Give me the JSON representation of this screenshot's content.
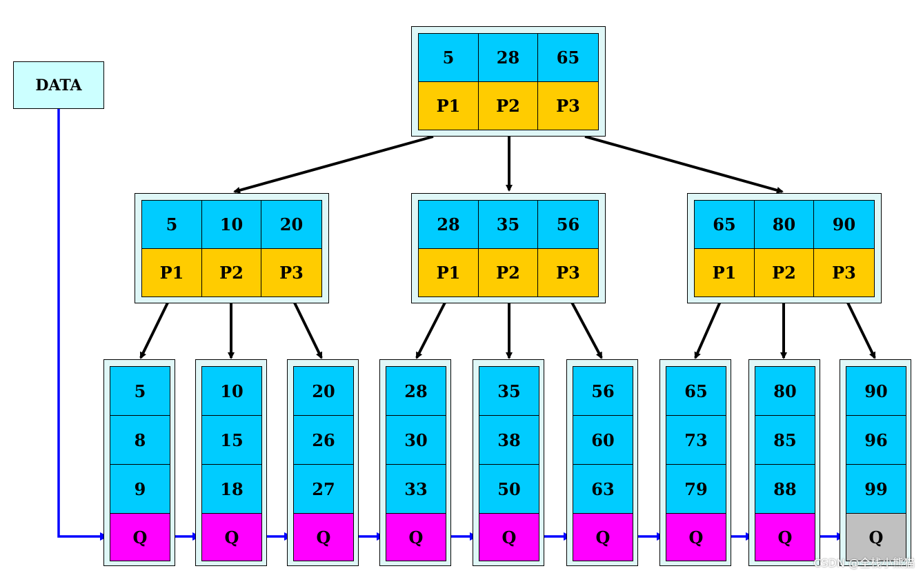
{
  "data_label": "DATA",
  "root": {
    "keys": [
      "5",
      "28",
      "65"
    ],
    "pointers": [
      "P1",
      "P2",
      "P3"
    ]
  },
  "internal": [
    {
      "keys": [
        "5",
        "10",
        "20"
      ],
      "pointers": [
        "P1",
        "P2",
        "P3"
      ]
    },
    {
      "keys": [
        "28",
        "35",
        "56"
      ],
      "pointers": [
        "P1",
        "P2",
        "P3"
      ]
    },
    {
      "keys": [
        "65",
        "80",
        "90"
      ],
      "pointers": [
        "P1",
        "P2",
        "P3"
      ]
    }
  ],
  "leaves": [
    {
      "keys": [
        "5",
        "8",
        "9"
      ],
      "next": "Q"
    },
    {
      "keys": [
        "10",
        "15",
        "18"
      ],
      "next": "Q"
    },
    {
      "keys": [
        "20",
        "26",
        "27"
      ],
      "next": "Q"
    },
    {
      "keys": [
        "28",
        "30",
        "33"
      ],
      "next": "Q"
    },
    {
      "keys": [
        "35",
        "38",
        "50"
      ],
      "next": "Q"
    },
    {
      "keys": [
        "56",
        "60",
        "63"
      ],
      "next": "Q"
    },
    {
      "keys": [
        "65",
        "73",
        "79"
      ],
      "next": "Q"
    },
    {
      "keys": [
        "80",
        "85",
        "88"
      ],
      "next": "Q"
    },
    {
      "keys": [
        "90",
        "96",
        "99"
      ],
      "next": "Q"
    }
  ],
  "colors": {
    "key": "#00ccff",
    "pointer": "#ffcc00",
    "leaf_link": "#ff00ff",
    "last_link": "#c0c0c0",
    "data_box": "#ccffff",
    "link_arrow": "#0000ff"
  },
  "watermark": "CSDN @全栈小熊猫"
}
